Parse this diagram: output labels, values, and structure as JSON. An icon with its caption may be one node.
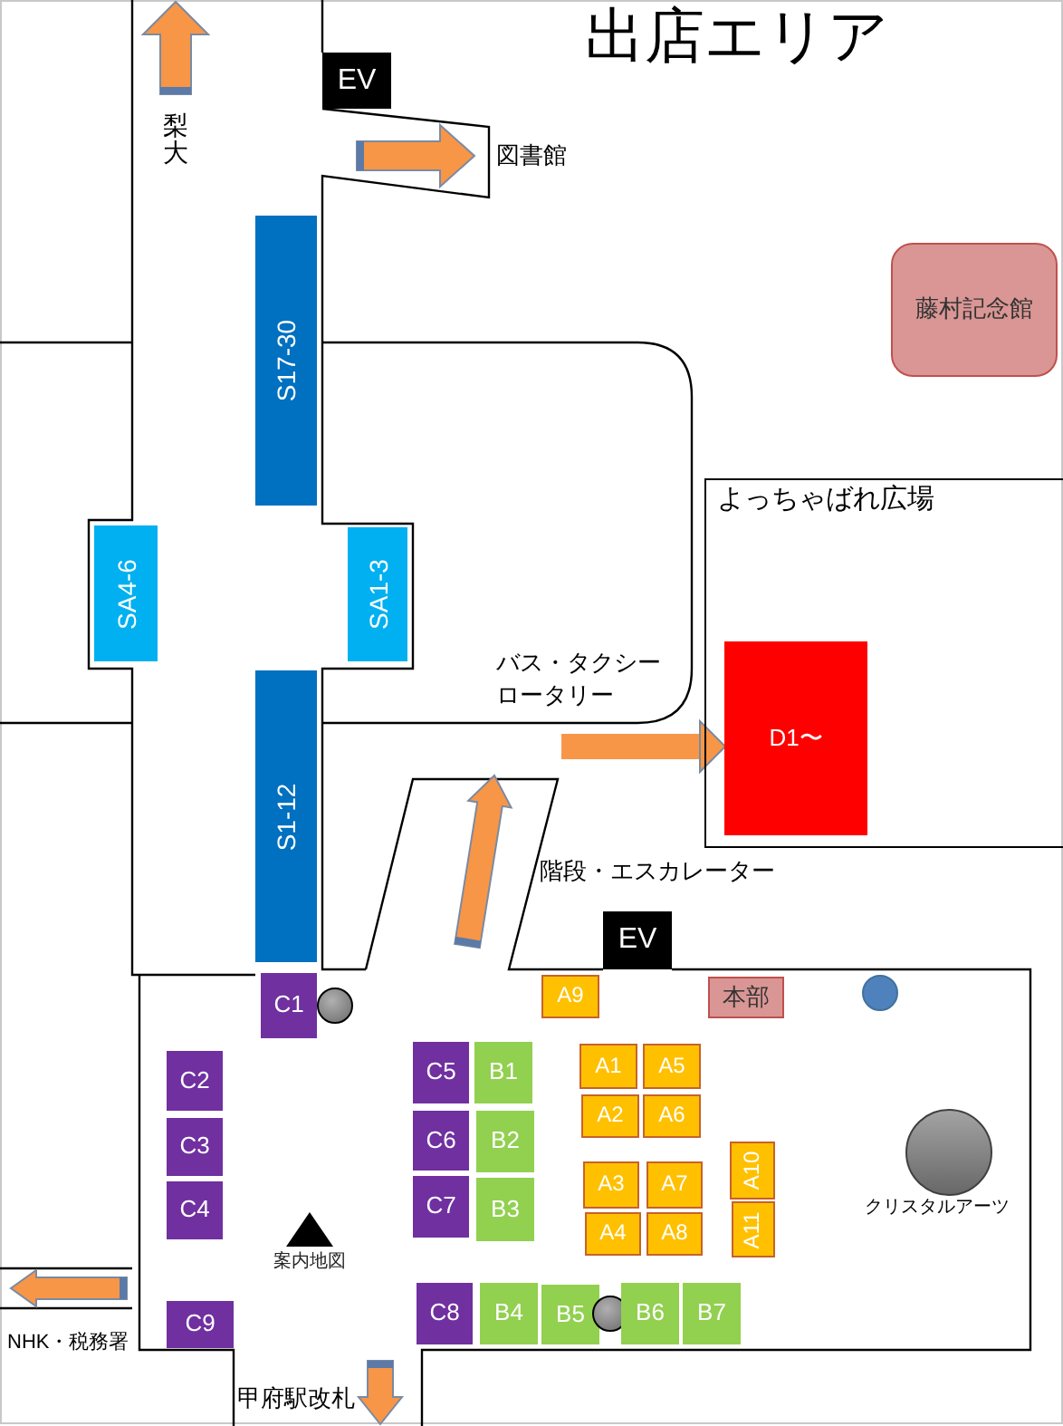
{
  "diagram": {
    "title": "出店エリア",
    "nodes": [
      {
        "text": [
          "EV"
        ]
      },
      {
        "text": [
          "藤村記念館"
        ]
      },
      {
        "text": [
          "S17-30"
        ]
      },
      {
        "text": [
          "よっちゃばれ広場"
        ]
      },
      {
        "text": [
          "D1〜"
        ],
        "in": 3
      },
      {
        "text": [
          "SA4-6"
        ]
      },
      {
        "text": [
          "SA1-3"
        ]
      },
      {
        "text": [
          "S1-12"
        ]
      },
      {
        "text": [
          "EV"
        ]
      },
      {
        "text": [
          "C1"
        ]
      },
      {
        "text": [],
        "shape": "circle"
      },
      {
        "text": [
          "A9"
        ]
      },
      {
        "text": [
          "本部"
        ]
      },
      {
        "text": [],
        "shape": "circle"
      },
      {
        "text": [
          "C2"
        ]
      },
      {
        "text": [
          "C5"
        ]
      },
      {
        "text": [
          "B1"
        ]
      },
      {
        "text": [
          "A1"
        ]
      },
      {
        "text": [
          "A5"
        ]
      },
      {
        "text": [
          "A2"
        ]
      },
      {
        "text": [
          "A6"
        ]
      },
      {
        "text": [
          "C3"
        ]
      },
      {
        "text": [
          "C6"
        ]
      },
      {
        "text": [
          "B2"
        ]
      },
      {
        "text": [
          "A10"
        ]
      },
      {
        "text": [
          "クリスタルアーツ"
        ]
      },
      {
        "text": [
          "A3"
        ]
      },
      {
        "text": [
          "A7"
        ]
      },
      {
        "text": [
          "C4"
        ]
      },
      {
        "text": [
          "C7"
        ]
      },
      {
        "text": [
          "B3"
        ]
      },
      {
        "text": [],
        "shape": "triangle",
        "beside": [
          "案内地図"
        ]
      },
      {
        "text": [
          "A4"
        ]
      },
      {
        "text": [
          "A8"
        ]
      },
      {
        "text": [
          "A11"
        ]
      },
      {
        "text": [
          "C9"
        ]
      },
      {
        "text": [
          "C8"
        ]
      },
      {
        "text": [
          "B4"
        ]
      },
      {
        "text": [
          "B5"
        ]
      },
      {
        "text": [],
        "shape": "circle"
      },
      {
        "text": [
          "B6"
        ]
      },
      {
        "text": [
          "B7"
        ]
      }
    ],
    "edges": [
      {
        "from": null,
        "to": 4,
        "arrow": "to"
      }
    ],
    "labels": [
      "梨大",
      "図書館",
      "バス・タクシーロータリー",
      "階段・エスカレーター",
      "NHK・税務署",
      "甲府駅改札"
    ]
  }
}
